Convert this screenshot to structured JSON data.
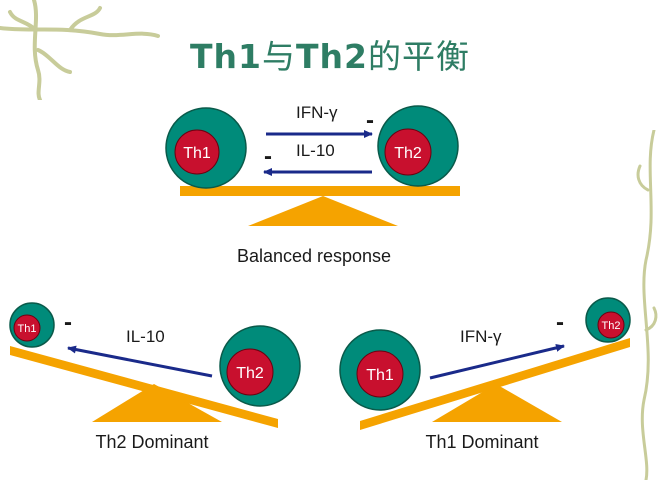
{
  "title": {
    "part1": "Th1",
    "part2": "与",
    "part3": "Th2",
    "part4": "的平衡"
  },
  "top_diagram": {
    "left_cell": "Th1",
    "right_cell": "Th2",
    "arrow_right_label": "IFN-γ",
    "arrow_left_label": "IL-10",
    "minus": "-",
    "caption": "Balanced response"
  },
  "left_diagram": {
    "small_cell": "Th1",
    "big_cell": "Th2",
    "arrow_label": "IL-10",
    "minus": "-",
    "caption": "Th2 Dominant"
  },
  "right_diagram": {
    "small_cell": "Th2",
    "big_cell": "Th1",
    "arrow_label": "IFN-γ",
    "minus": "-",
    "caption": "Th1 Dominant"
  },
  "colors": {
    "title": "#2e7d64",
    "cell_outer": "#008b7a",
    "cell_inner": "#c8102e",
    "beam": "#f5a300",
    "fulcrum": "#f5a300",
    "arrow": "#1a2a8a",
    "decoration": "#c8cc9a"
  }
}
